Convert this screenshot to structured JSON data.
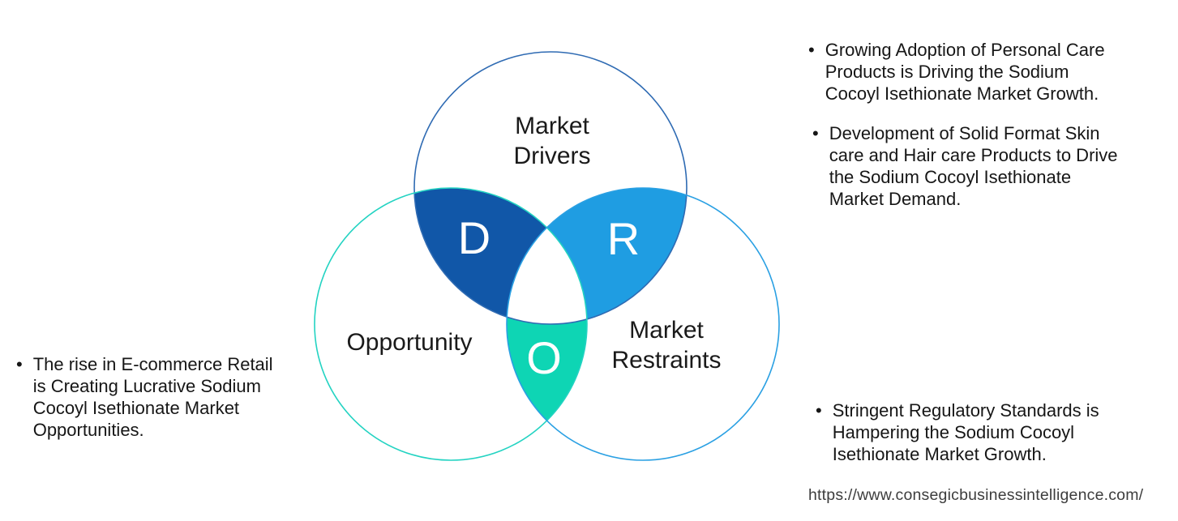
{
  "venn": {
    "labels": {
      "drivers_line1": "Market",
      "drivers_line2": "Drivers",
      "opportunity": "Opportunity",
      "restraints_line1": "Market",
      "restraints_line2": "Restraints"
    },
    "letters": {
      "drivers": "D",
      "restraints": "R",
      "opportunity": "O"
    },
    "colors": {
      "drivers_overlap_fill": "#1157a8",
      "restraints_overlap_fill": "#1f9de2",
      "opportunity_overlap_fill": "#0ed5b4",
      "center_fill": "#ffffff",
      "drivers_circle_stroke": "#2f6bb3",
      "opportunity_circle_stroke": "#23d3c2",
      "restraints_circle_stroke": "#2aa0e3",
      "letter_color": "#ffffff",
      "label_color": "#1a1a1a"
    }
  },
  "glyphs": {
    "bullet": "•"
  },
  "insights": {
    "drivers": [
      {
        "text": "Growing Adoption of Personal Care\nProducts is Driving the Sodium\nCocoyl Isethionate Market Growth."
      },
      {
        "text": "Development of Solid Format Skin\ncare and Hair care Products to Drive\nthe Sodium Cocoyl Isethionate\nMarket Demand."
      }
    ],
    "opportunity": {
      "text": "The rise in E-commerce Retail\nis Creating Lucrative Sodium\nCocoyl Isethionate Market\nOpportunities."
    },
    "restraints": {
      "text": "Stringent Regulatory Standards is\nHampering the Sodium Cocoyl\nIsethionate Market Growth."
    }
  },
  "footer": {
    "url": "https://www.consegicbusinessintelligence.com/"
  }
}
